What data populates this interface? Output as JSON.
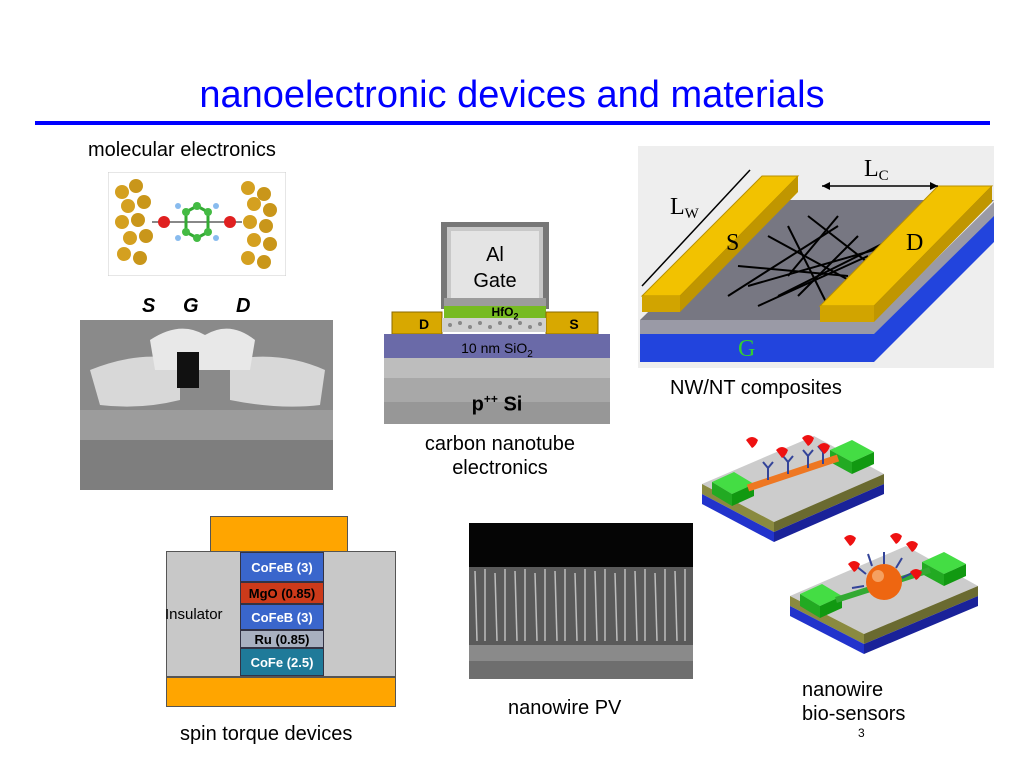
{
  "slide": {
    "title": "nanoelectronic devices and materials",
    "page_number": "3"
  },
  "molecular": {
    "caption": "molecular electronics",
    "labels": [
      "S",
      "G",
      "D"
    ]
  },
  "cnt": {
    "gate_label_1": "Al",
    "gate_label_2": "Gate",
    "hfo2": "HfO",
    "hfo2_sub": "2",
    "drain": "D",
    "source": "S",
    "oxide": "10 nm SiO",
    "oxide_sub": "2",
    "substrate": "p",
    "substrate_sup": "++",
    "substrate_rest": " Si",
    "caption_line1": "carbon nanotube",
    "caption_line2": "electronics"
  },
  "nwnt": {
    "label_lw": "L",
    "label_lw_sub": "W",
    "label_lc": "L",
    "label_lc_sub": "C",
    "label_s": "S",
    "label_d": "D",
    "label_g": "G",
    "caption": "NW/NT composites"
  },
  "spin": {
    "insulator": "Insulator",
    "layers": [
      "CoFeB (3)",
      "MgO (0.85)",
      "CoFeB (3)",
      "Ru (0.85)",
      "CoFe (2.5)"
    ],
    "caption": "spin torque devices"
  },
  "pv": {
    "caption": "nanowire PV"
  },
  "bio": {
    "caption_line1": "nanowire",
    "caption_line2": "bio-sensors"
  },
  "colors": {
    "title_blue": "#0000ff",
    "gold": "#f2c200",
    "substrate_blue": "#2233cc",
    "electrode_green": "#33dd33",
    "mtj_blue": "#3a66cc",
    "mtj_red": "#cc3a1a",
    "contact_orange": "#ffa500"
  }
}
